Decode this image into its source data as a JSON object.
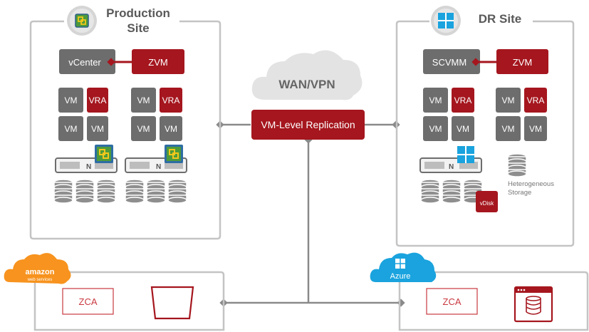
{
  "production": {
    "title_line1": "Production",
    "title_line2": "Site",
    "vcenter": "vCenter",
    "zvm": "ZVM",
    "vm": "VM",
    "vra": "VRA"
  },
  "dr": {
    "title": "DR Site",
    "scvmm": "SCVMM",
    "zvm": "ZVM",
    "vm": "VM",
    "vra": "VRA",
    "vdisk": "vDisk",
    "hetero_line1": "Heterogeneous",
    "hetero_line2": "Storage"
  },
  "wan": {
    "label": "WAN/VPN"
  },
  "replication": {
    "label": "VM-Level Replication"
  },
  "aws": {
    "logo_line1": "amazon",
    "logo_line2": "web services",
    "zca": "ZCA"
  },
  "azure": {
    "logo": "Azure",
    "zca": "ZCA"
  },
  "colors": {
    "zerto_red": "#a5161e",
    "vm_gray": "#6d6d6d",
    "line_gray": "#8a8a8a",
    "frame_gray": "#c4c4c4",
    "aws_orange": "#f7931e",
    "azure_blue": "#1aa3de"
  }
}
